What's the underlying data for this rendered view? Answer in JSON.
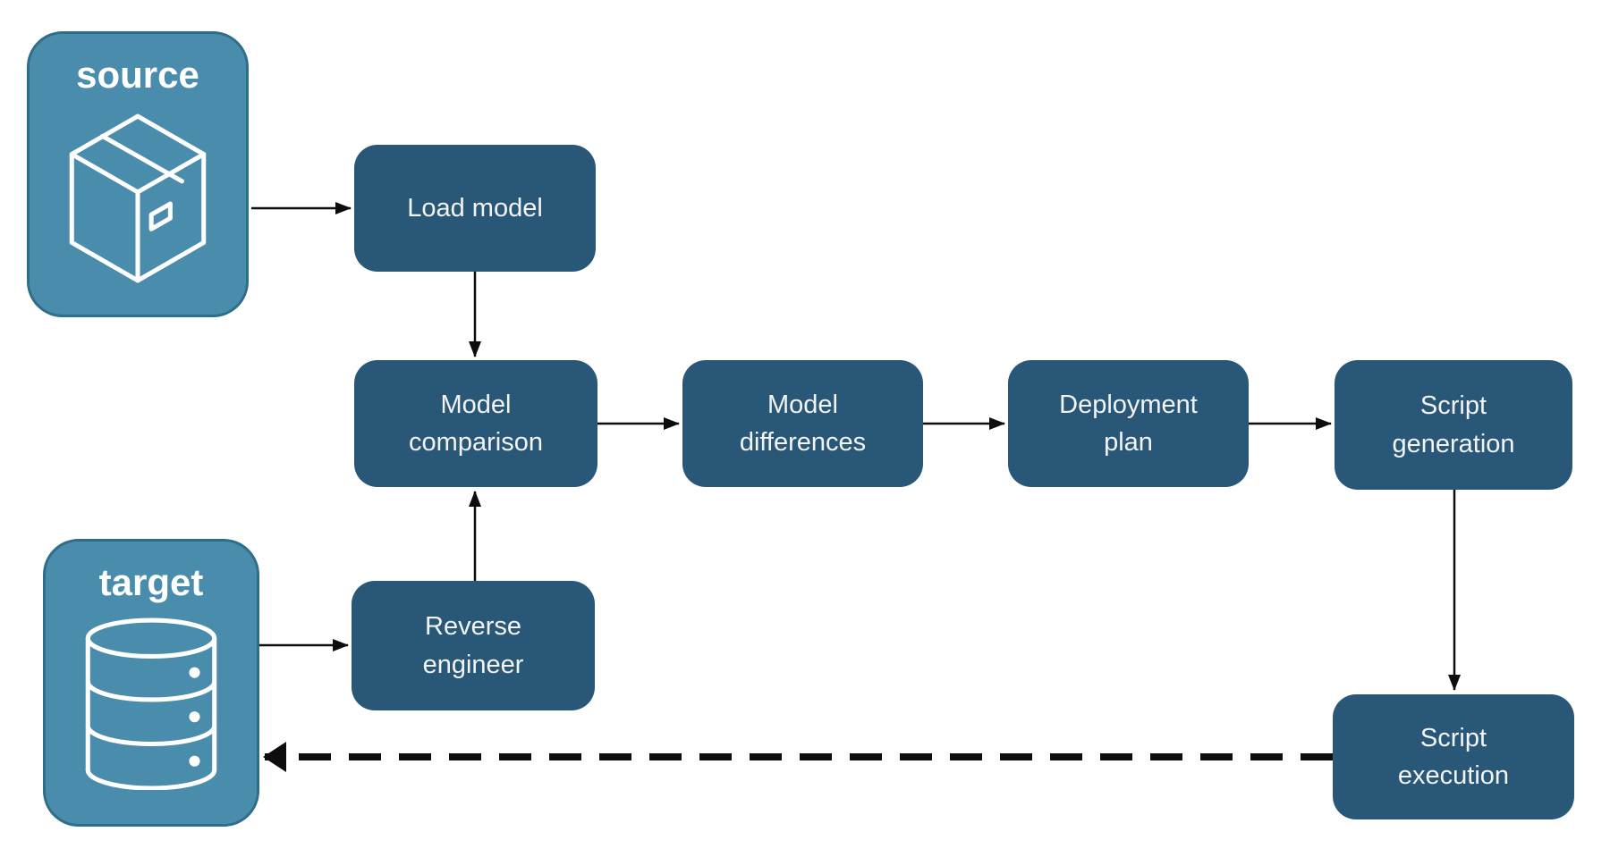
{
  "diagram": {
    "endpoints": {
      "source": {
        "label": "source",
        "icon": "package-icon"
      },
      "target": {
        "label": "target",
        "icon": "database-icon"
      }
    },
    "nodes": {
      "load_model": {
        "label": "Load model"
      },
      "model_comparison": {
        "label": "Model comparison"
      },
      "model_differences": {
        "label": "Model differences"
      },
      "deployment_plan": {
        "label": "Deployment plan"
      },
      "script_generation": {
        "label": "Script generation"
      },
      "reverse_engineer": {
        "label": "Reverse engineer"
      },
      "script_execution": {
        "label": "Script execution"
      }
    },
    "flows": [
      "source -> Load model",
      "Load model -> Model comparison",
      "Model comparison -> Model differences",
      "Model differences -> Deployment plan",
      "Deployment plan -> Script generation",
      "Script generation -> Script execution",
      "target -> Reverse engineer",
      "Reverse engineer -> Model comparison",
      "Script execution -> target (dashed)"
    ]
  },
  "colors": {
    "endpoint_fill": "#4a8cab",
    "endpoint_border": "#2e6e89",
    "node_fill": "#285778",
    "node_text": "#f2f4f6",
    "endpoint_text": "#ffffff",
    "arrow": "#0d0d0d",
    "background": "#ffffff"
  }
}
